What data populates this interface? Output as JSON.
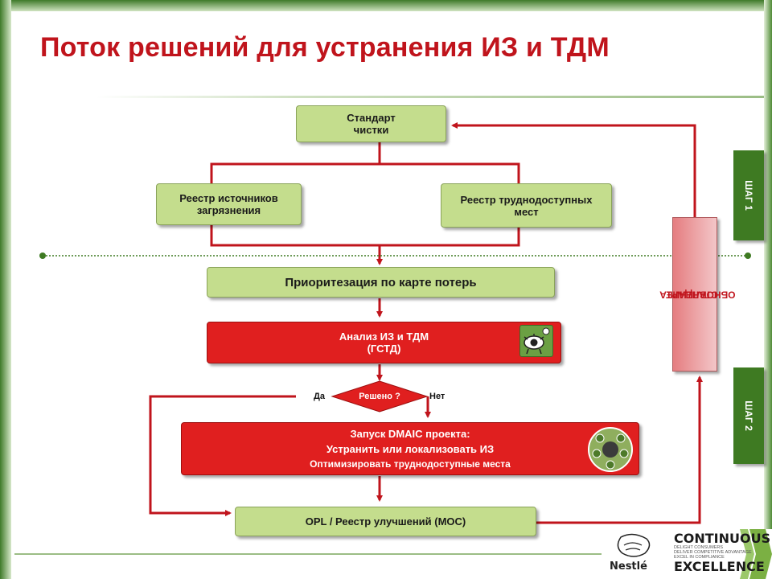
{
  "title": "Поток решений для устранения ИЗ и ТДМ",
  "boxes": {
    "standard": [
      "Стандарт",
      "чистки"
    ],
    "registry_sources": [
      "Реестр источников",
      "загрязнения"
    ],
    "registry_hard": [
      "Реестр труднодоступных",
      "мест"
    ],
    "prioritization": "Приоритезация по карте потерь",
    "analysis": [
      "Анализ ИЗ и ТДМ",
      "(ГСТД)"
    ],
    "decision": "Решено ?",
    "dmaic": [
      "Запуск DMAIC проекта:",
      "Устранить или локализовать ИЗ",
      "Оптимизировать труднодоступные места"
    ],
    "opl": "OPL / Реестр улучшений (МОС)",
    "update_standard": [
      "ОБНОВЛЕНИЕ",
      "СТАНДАРТА"
    ]
  },
  "labels": {
    "yes": "Да",
    "no": "Нет"
  },
  "steps": {
    "step1": "ШАГ 1",
    "step2": "ШАГ 2"
  },
  "logo": {
    "brand_top": "CONTINUOUS",
    "brand_bottom": "EXCELLENCE",
    "tagline": "DELIGHT CONSUMERS\nDELIVER COMPETITIVE ADVANTAGE\nEXCEL IN COMPLIANCE",
    "company": "Nestlé"
  },
  "icons": {
    "eye": "eye-icon",
    "dmaic": "dmaic-wheel-icon",
    "logo": "nestle-nest-icon"
  },
  "colors": {
    "title": "#c0141c",
    "green_box": "#c4dd8d",
    "red_box": "#e01f1f",
    "step": "#3e7a22",
    "wire": "#c0141c"
  }
}
